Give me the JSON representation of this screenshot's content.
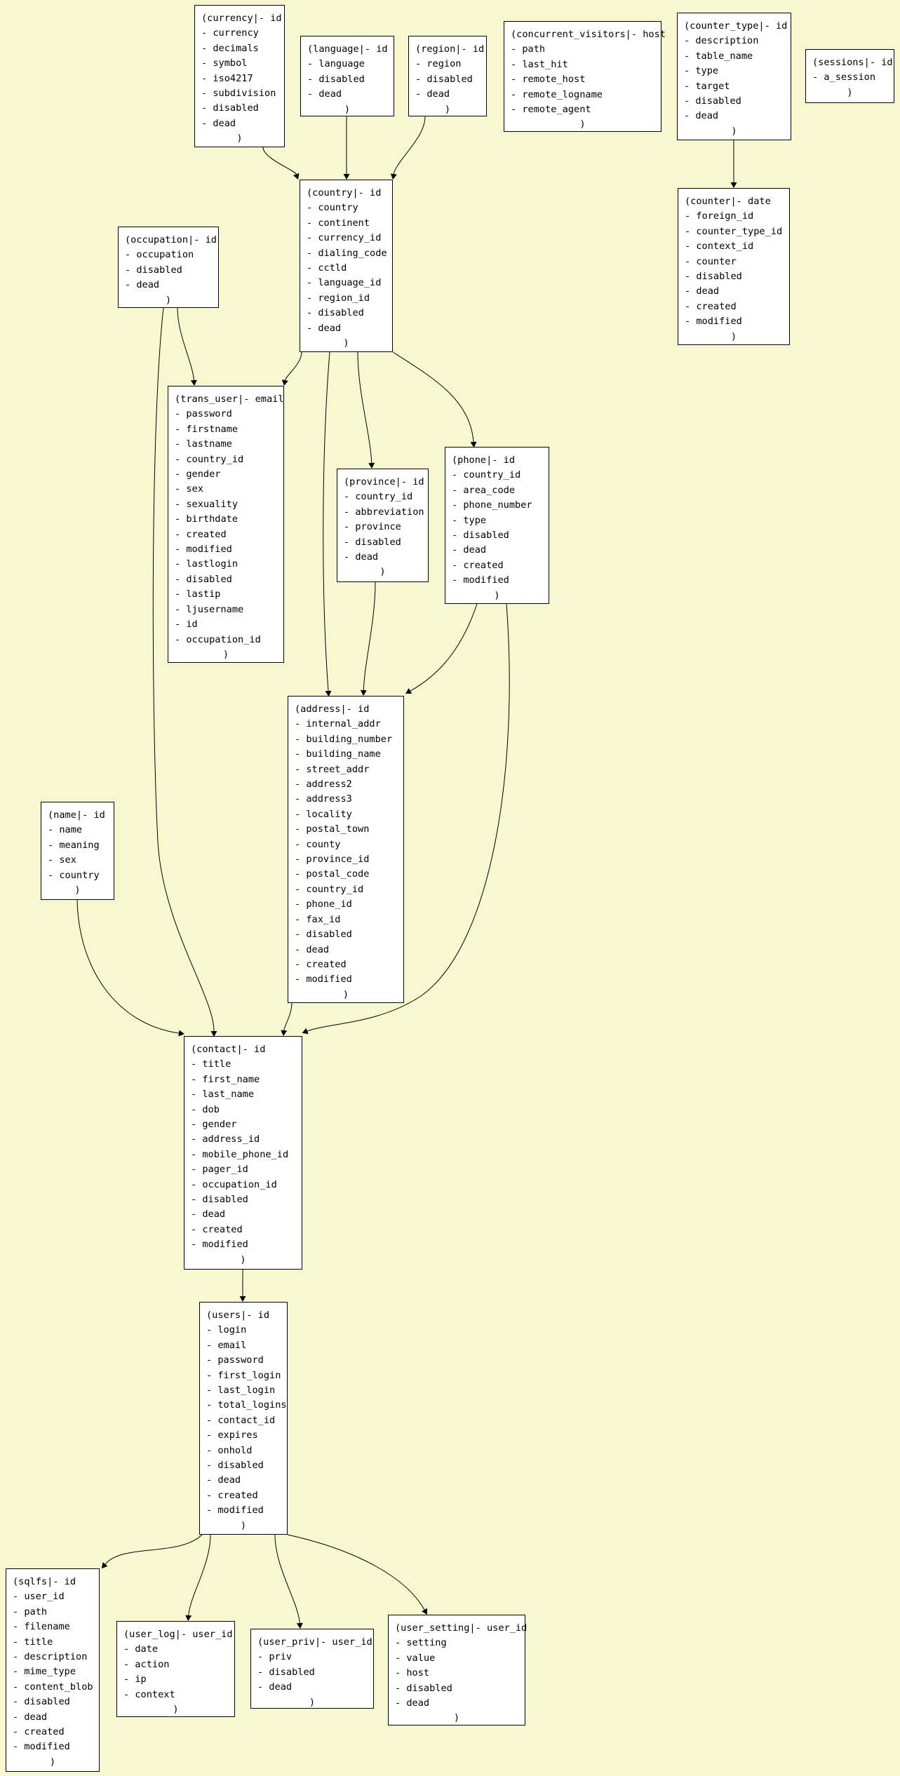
{
  "tables": [
    {
      "id": "currency",
      "header": "(currency|- id",
      "fields": [
        "- currency",
        "- decimals",
        "- symbol",
        "- iso4217",
        "- subdivision",
        "- disabled",
        "- dead"
      ],
      "close": ")"
    },
    {
      "id": "language",
      "header": "(language|- id",
      "fields": [
        "- language",
        "- disabled",
        "- dead"
      ],
      "close": ")"
    },
    {
      "id": "region",
      "header": "(region|- id",
      "fields": [
        "- region",
        "- disabled",
        "- dead"
      ],
      "close": ")"
    },
    {
      "id": "concurrent_visitors",
      "header": "(concurrent_visitors|- host",
      "fields": [
        "- path",
        "- last_hit",
        "- remote_host",
        "- remote_logname",
        "- remote_agent"
      ],
      "close": ")"
    },
    {
      "id": "counter_type",
      "header": "(counter_type|- id",
      "fields": [
        "- description",
        "- table_name",
        "- type",
        "- target",
        "- disabled",
        "- dead"
      ],
      "close": ")"
    },
    {
      "id": "sessions",
      "header": "(sessions|- id",
      "fields": [
        "- a_session"
      ],
      "close": ")"
    },
    {
      "id": "country",
      "header": "(country|- id",
      "fields": [
        "- country",
        "- continent",
        "- currency_id",
        "- dialing_code",
        "- cctld",
        "- language_id",
        "- region_id",
        "- disabled",
        "- dead"
      ],
      "close": ")"
    },
    {
      "id": "counter",
      "header": "(counter|- date",
      "fields": [
        "- foreign_id",
        "- counter_type_id",
        "- context_id",
        "- counter",
        "- disabled",
        "- dead",
        "- created",
        "- modified"
      ],
      "close": ")"
    },
    {
      "id": "occupation",
      "header": "(occupation|- id",
      "fields": [
        "- occupation",
        "- disabled",
        "- dead"
      ],
      "close": ")"
    },
    {
      "id": "trans_user",
      "header": "(trans_user|- email",
      "fields": [
        "- password",
        "- firstname",
        "- lastname",
        "- country_id",
        "- gender",
        "- sex",
        "- sexuality",
        "- birthdate",
        "- created",
        "- modified",
        "- lastlogin",
        "- disabled",
        "- lastip",
        "- ljusername",
        "- id",
        "- occupation_id"
      ],
      "close": ")"
    },
    {
      "id": "province",
      "header": "(province|- id",
      "fields": [
        "- country_id",
        "- abbreviation",
        "- province",
        "- disabled",
        "- dead"
      ],
      "close": ")"
    },
    {
      "id": "phone",
      "header": "(phone|- id",
      "fields": [
        "- country_id",
        "- area_code",
        "- phone_number",
        "- type",
        "- disabled",
        "- dead",
        "- created",
        "- modified"
      ],
      "close": ")"
    },
    {
      "id": "address",
      "header": "(address|- id",
      "fields": [
        "- internal_addr",
        "- building_number",
        "- building_name",
        "- street_addr",
        "- address2",
        "- address3",
        "- locality",
        "- postal_town",
        "- county",
        "- province_id",
        "- postal_code",
        "- country_id",
        "- phone_id",
        "- fax_id",
        "- disabled",
        "- dead",
        "- created",
        "- modified"
      ],
      "close": ")"
    },
    {
      "id": "name",
      "header": "(name|- id",
      "fields": [
        "- name",
        "- meaning",
        "- sex",
        "- country"
      ],
      "close": ")"
    },
    {
      "id": "contact",
      "header": "(contact|- id",
      "fields": [
        "- title",
        "- first_name",
        "- last_name",
        "- dob",
        "- gender",
        "- address_id",
        "- mobile_phone_id",
        "- pager_id",
        "- occupation_id",
        "- disabled",
        "- dead",
        "- created",
        "- modified"
      ],
      "close": ")"
    },
    {
      "id": "users",
      "header": "(users|- id",
      "fields": [
        "- login",
        "- email",
        "- password",
        "- first_login",
        "- last_login",
        "- total_logins",
        "- contact_id",
        "- expires",
        "- onhold",
        "- disabled",
        "- dead",
        "- created",
        "- modified"
      ],
      "close": ")"
    },
    {
      "id": "sqlfs",
      "header": "(sqlfs|- id",
      "fields": [
        "- user_id",
        "- path",
        "- filename",
        "- title",
        "- description",
        "- mime_type",
        "- content_blob",
        "- disabled",
        "- dead",
        "- created",
        "- modified"
      ],
      "close": ")"
    },
    {
      "id": "user_log",
      "header": "(user_log|- user_id",
      "fields": [
        "- date",
        "- action",
        "- ip",
        "- context"
      ],
      "close": ")"
    },
    {
      "id": "user_priv",
      "header": "(user_priv|- user_id",
      "fields": [
        "- priv",
        "- disabled",
        "- dead"
      ],
      "close": ")"
    },
    {
      "id": "user_setting",
      "header": "(user_setting|- user_id",
      "fields": [
        "- setting",
        "- value",
        "- host",
        "- disabled",
        "- dead"
      ],
      "close": ")"
    }
  ],
  "edges": [
    {
      "from": "currency",
      "to": "country"
    },
    {
      "from": "language",
      "to": "country"
    },
    {
      "from": "region",
      "to": "country"
    },
    {
      "from": "counter_type",
      "to": "counter"
    },
    {
      "from": "country",
      "to": "trans_user"
    },
    {
      "from": "occupation",
      "to": "trans_user"
    },
    {
      "from": "country",
      "to": "province"
    },
    {
      "from": "country",
      "to": "phone"
    },
    {
      "from": "country",
      "to": "address"
    },
    {
      "from": "province",
      "to": "address"
    },
    {
      "from": "phone",
      "to": "address"
    },
    {
      "from": "occupation",
      "to": "contact"
    },
    {
      "from": "name",
      "to": "contact"
    },
    {
      "from": "address",
      "to": "contact"
    },
    {
      "from": "phone",
      "to": "contact"
    },
    {
      "from": "contact",
      "to": "users"
    },
    {
      "from": "users",
      "to": "sqlfs"
    },
    {
      "from": "users",
      "to": "user_log"
    },
    {
      "from": "users",
      "to": "user_priv"
    },
    {
      "from": "users",
      "to": "user_setting"
    }
  ],
  "colors": {
    "background": "#f8f8d0",
    "node_fill": "#ffffff",
    "stroke": "#000000"
  }
}
